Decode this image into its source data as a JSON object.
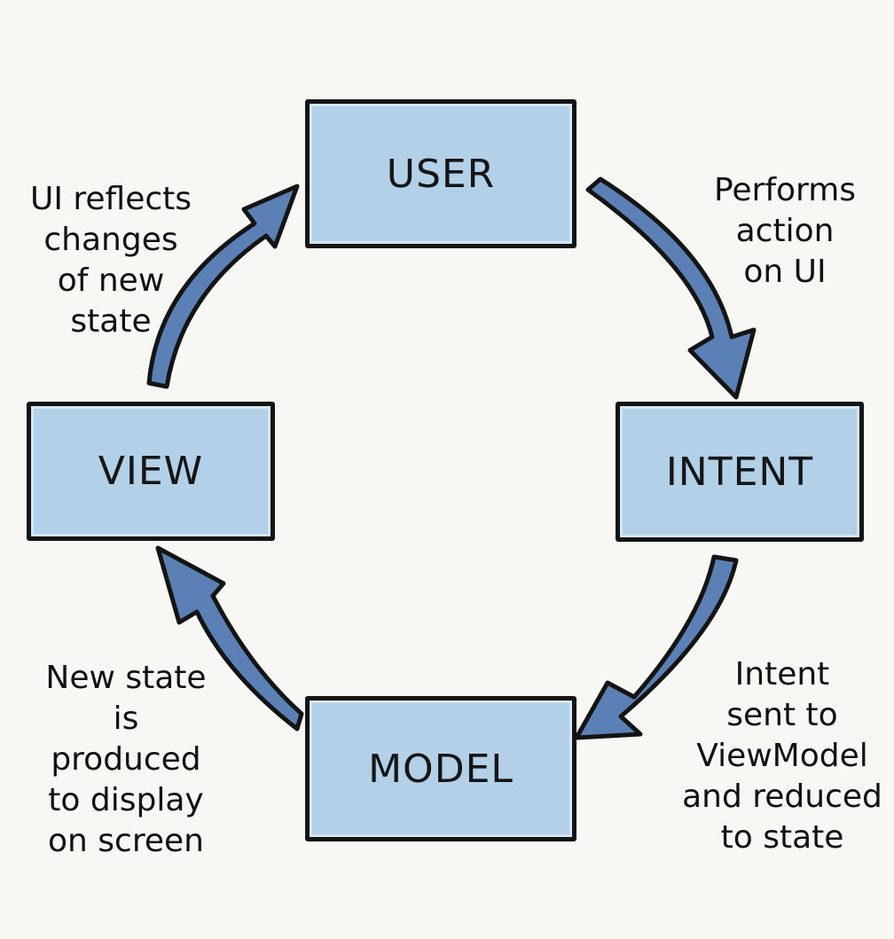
{
  "nodes": {
    "user": "USER",
    "intent": "INTENT",
    "model": "MODEL",
    "view": "VIEW"
  },
  "edges": {
    "user_to_intent": [
      "Performs",
      "action",
      "on UI"
    ],
    "intent_to_model": [
      "Intent",
      "sent to",
      "ViewModel",
      "and reduced",
      "to state"
    ],
    "model_to_view": [
      "New state",
      "is",
      "produced",
      "to display",
      "on screen"
    ],
    "view_to_user": [
      "UI reflects",
      "changes",
      "of new",
      "state"
    ]
  },
  "colors": {
    "box_fill": "#b2d0e8",
    "arrow_fill": "#5b80b5",
    "outline": "#141414",
    "background": "#f7f7f4"
  }
}
